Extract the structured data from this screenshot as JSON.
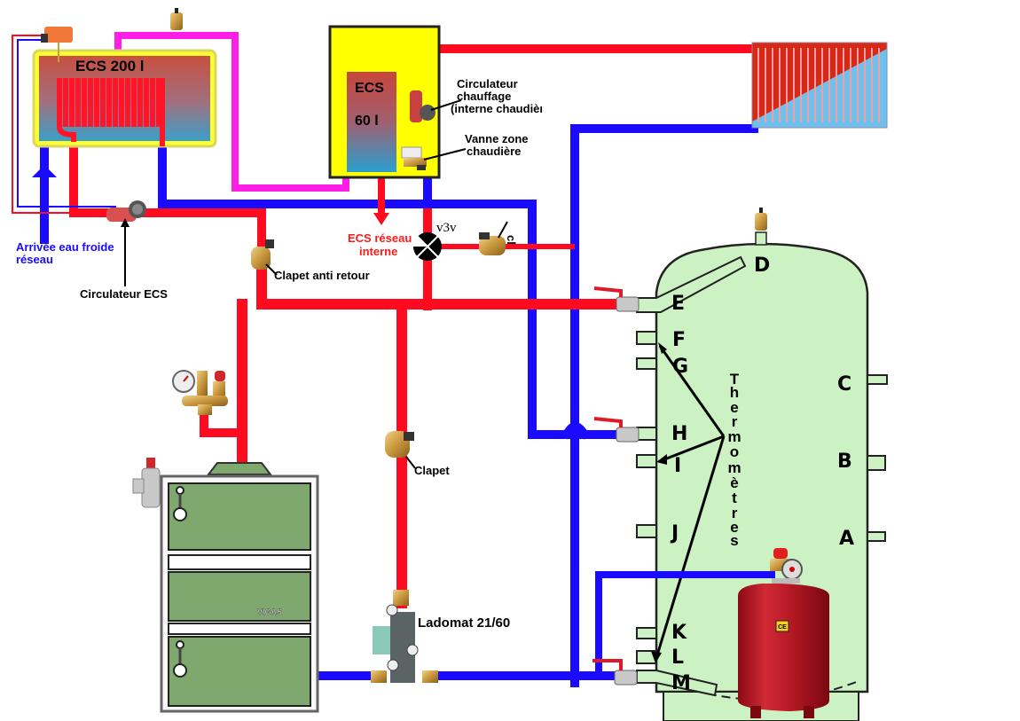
{
  "diagram": {
    "type": "heating-hydraulic-schematic",
    "colors": {
      "hot_pipe": "#ff0a1e",
      "cold_pipe": "#1a0aff",
      "loop_pipe": "#ff1ee6",
      "tank_green": "#ccf2c4",
      "boiler_green": "#7fa86e",
      "boiler_box": "#ffff00",
      "arrow_cold_label": "#1a0aff",
      "ecs_label_red": "#ff1a1a"
    },
    "labels": {
      "ecs200": "ECS 200 l",
      "ecs60_line1": "ECS",
      "ecs60_line2": "60 l",
      "circ_chauffage_1": "Circulateur",
      "circ_chauffage_2": "chauffage",
      "circ_chauffage_3": "(interne chaudièı",
      "vanne_zone_1": "Vanne zone",
      "vanne_zone_2": "chaudière",
      "arrivee_1": "Arrivée eau froide",
      "arrivee_2": "réseau",
      "circ_ecs": "Circulateur ECS",
      "clapet_anti_retour": "Clapet anti retour",
      "ecs_reseau_1": "ECS réseau",
      "ecs_reseau_2": "interne",
      "v3v": "v3v",
      "cl": "cl",
      "clapet": "Clapet",
      "ladomat": "Ladomat 21/60",
      "boiler_brand": "VIGAS",
      "thermometres": [
        "T",
        "h",
        "e",
        "r",
        "m",
        "o",
        "m",
        "è",
        "t",
        "r",
        "e",
        "s"
      ],
      "ce_mark": "CE"
    },
    "tank_ports_left": [
      "E",
      "F",
      "G",
      "H",
      "I",
      "J",
      "K",
      "L",
      "M"
    ],
    "tank_ports_right": [
      "C",
      "B",
      "A"
    ],
    "tank_top_port": "D"
  }
}
